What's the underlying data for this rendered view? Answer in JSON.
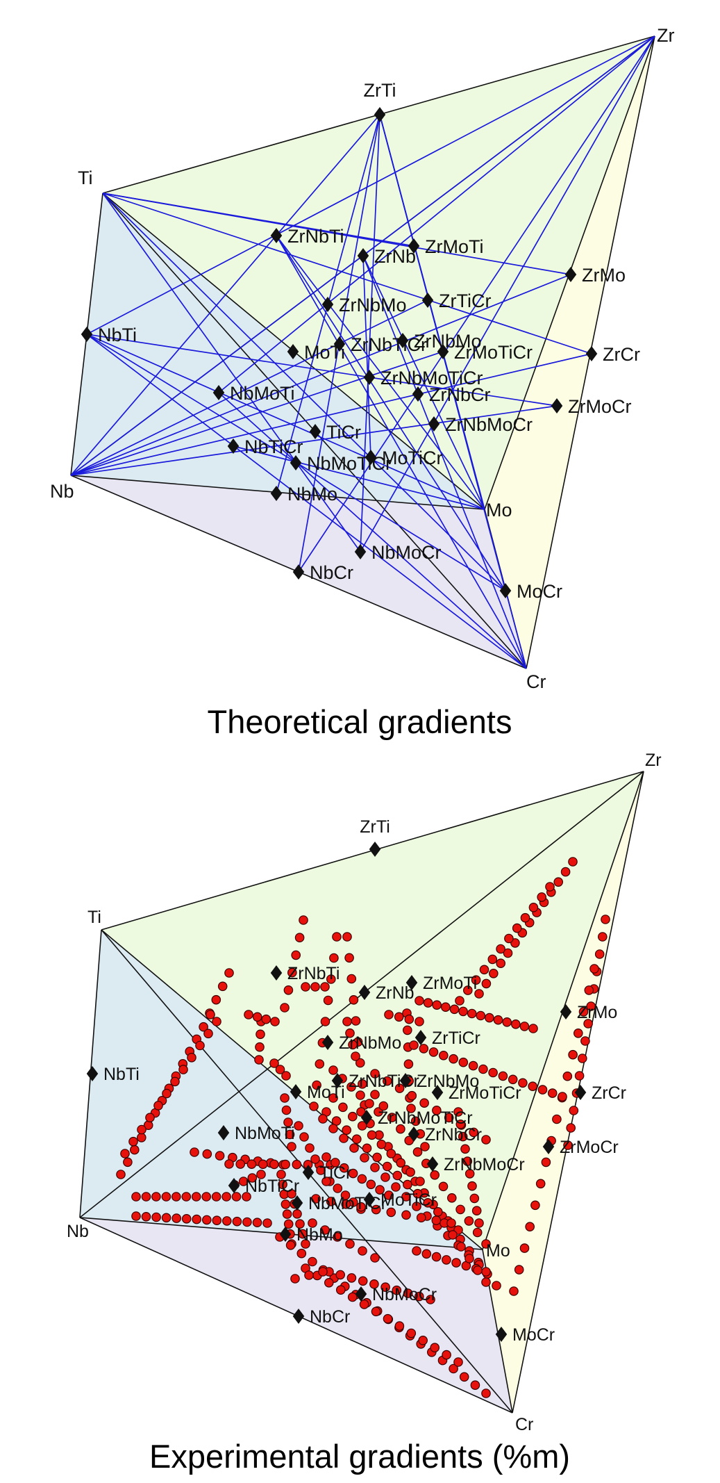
{
  "panels": [
    {
      "id": "theoretical",
      "caption": "Theoretical gradients",
      "vertices": {
        "Zr": "Zr",
        "Ti": "Ti",
        "Nb": "Nb",
        "Mo": "Mo",
        "Cr": "Cr"
      },
      "points": [
        "ZrTi",
        "ZrNbTi",
        "ZrNb",
        "ZrMoTi",
        "ZrMo",
        "NbTi",
        "ZrNbMo",
        "ZrTiCr",
        "MoTi",
        "ZrNbTiCr",
        "ZrNbMo",
        "ZrMoTiCr",
        "ZrCr",
        "ZrNbMoTiCr",
        "NbMoTi",
        "ZrNbCr",
        "ZrMoCr",
        "ZrNbMoCr",
        "NbTiCr",
        "TiCr",
        "NbMoTiCr",
        "MoTiCr",
        "NbMo",
        "NbMoCr",
        "NbCr",
        "MoCr"
      ]
    },
    {
      "id": "experimental",
      "caption": "Experimental gradients (%m)",
      "vertices": {
        "Zr": "Zr",
        "Ti": "Ti",
        "Nb": "Nb",
        "Mo": "Mo",
        "Cr": "Cr"
      },
      "points": [
        "ZrTi",
        "ZrNbTi",
        "ZrNb",
        "ZrMoTi",
        "ZrMo",
        "NbTi",
        "ZrNbMo",
        "ZrTiCr",
        "MoTi",
        "ZrNbTiCr",
        "ZrNbMo",
        "ZrMoTiCr",
        "ZrCr",
        "ZrNbMoTiCr",
        "NbMoTi",
        "ZrNbCr",
        "ZrMoCr",
        "ZrNbMoCr",
        "NbTiCr",
        "TiCr",
        "NbMoTiCr",
        "MoTiCr",
        "NbMo",
        "NbMoCr",
        "NbCr",
        "MoCr"
      ]
    }
  ],
  "colors": {
    "gradient_line": "#1a1adb",
    "diamond": "#111111",
    "experimental_dot": "#e8120c",
    "face_ti": "#dceaf2",
    "face_zr": "#eefadf",
    "face_cr": "#fdfde4",
    "face_nb": "#e9e6f4"
  }
}
